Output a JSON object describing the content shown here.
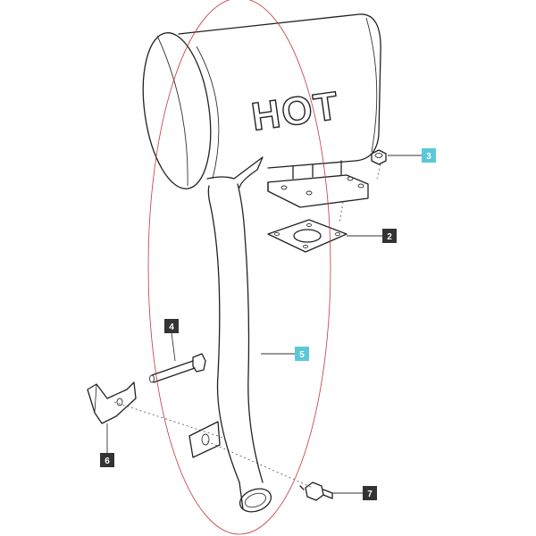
{
  "muffler": {
    "label": "HOT"
  },
  "callouts": [
    {
      "id": "3",
      "highlighted": true
    },
    {
      "id": "2",
      "highlighted": false
    },
    {
      "id": "4",
      "highlighted": false
    },
    {
      "id": "5",
      "highlighted": true
    },
    {
      "id": "6",
      "highlighted": false
    },
    {
      "id": "7",
      "highlighted": false
    }
  ],
  "colors": {
    "highlight_fill": "#5bc8d8",
    "normal_fill": "#333333",
    "highlight_ring": "#c0393b"
  }
}
